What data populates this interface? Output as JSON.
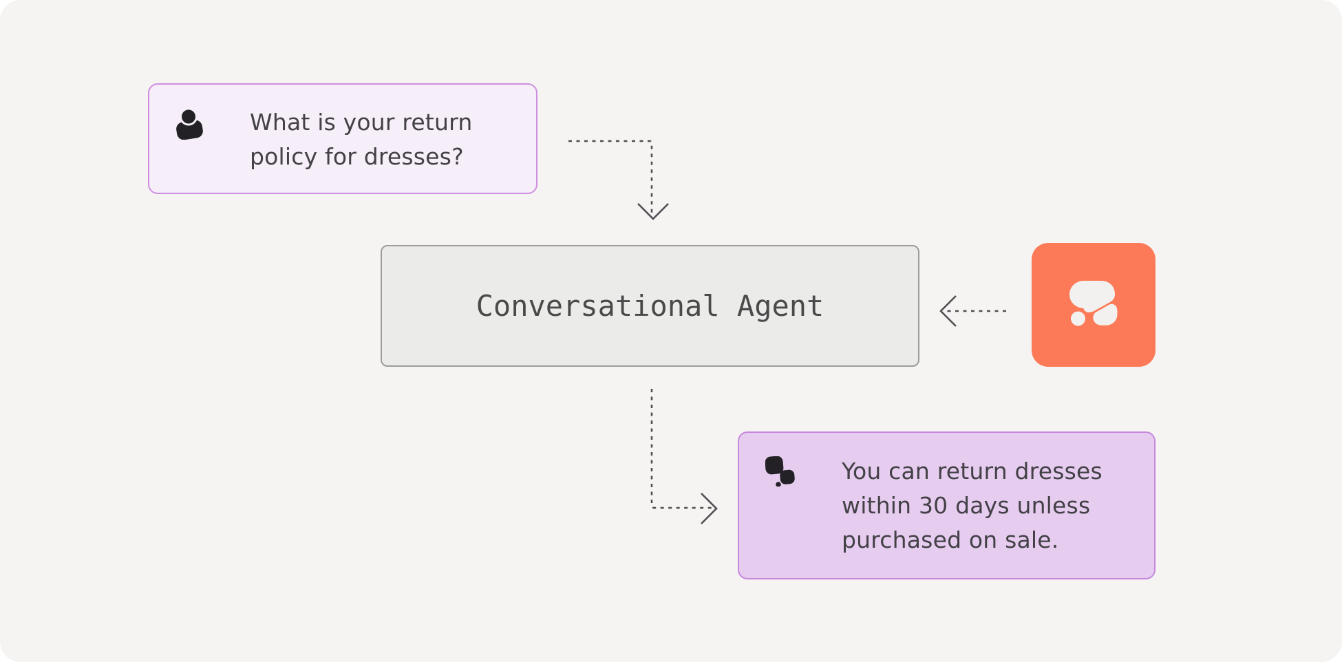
{
  "diagram": {
    "user_message": {
      "icon": "user-icon",
      "lines": [
        "What is your return",
        "policy for dresses?"
      ],
      "full_text": "What is your return policy for dresses?"
    },
    "agent": {
      "label": "Conversational Agent"
    },
    "brand_tile": {
      "icon": "zowie-logo"
    },
    "bot_message": {
      "icon": "chat-bubbles-icon",
      "lines": [
        "You can return dresses",
        "within 30 days unless",
        "purchased on sale."
      ],
      "full_text": "You can return dresses within 30 days unless purchased on sale."
    },
    "colors": {
      "surface": "#f5f4f2",
      "user_box_bg": "#f6eef8",
      "user_box_border": "#ce8fe1",
      "agent_box_bg": "#ebebea",
      "agent_box_border": "#9c9c9c",
      "bot_box_bg": "#e6cdf0",
      "bot_box_border": "#c687dd",
      "brand_orange": "#fc7a57",
      "arrow": "#504e52",
      "text": "#434046",
      "icon": "#232125"
    }
  }
}
